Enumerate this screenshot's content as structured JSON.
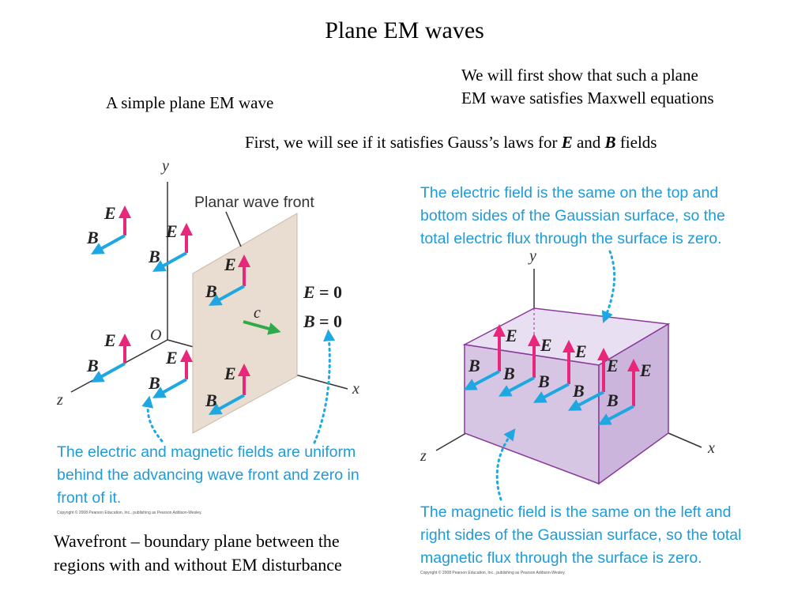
{
  "title": "Plane EM waves",
  "subtitle_left": "A simple plane EM wave",
  "note_right_1": "We will first show that such a plane",
  "note_right_2": "EM wave satisfies Maxwell equations",
  "gauss_line": {
    "prefix": "First, we will see if it satisfies Gauss’s laws for ",
    "e": "E",
    "mid": " and ",
    "b": "B",
    "suffix": " fields"
  },
  "left_figure": {
    "axis_y": "y",
    "axis_x": "x",
    "axis_z": "z",
    "origin": "O",
    "wavefront_label": "Planar wave front",
    "speed_label": "c",
    "e_symbol": "E",
    "b_symbol": "B",
    "e_zero": "= 0",
    "b_zero": "= 0",
    "caption_1": "The electric and magnetic fields are uniform",
    "caption_2": "behind the advancing wave front and zero in",
    "caption_3": "front of it.",
    "copyright": "Copyright © 2008 Pearson Education, Inc., publishing as Pearson Addison-Wesley."
  },
  "right_figure": {
    "axis_y": "y",
    "axis_x": "x",
    "axis_z": "z",
    "e_symbol": "E",
    "b_symbol": "B",
    "top_caption_1": "The electric field is the same on the top and",
    "top_caption_2": "bottom sides of the Gaussian surface, so the",
    "top_caption_3": "total electric flux through the surface is zero.",
    "bottom_caption_1": "The magnetic field is the same on the left and",
    "bottom_caption_2": "right sides of the Gaussian surface, so the total",
    "bottom_caption_3": "magnetic flux through the surface is zero.",
    "copyright": "Copyright © 2008 Pearson Education, Inc., publishing as Pearson Addison-Wesley."
  },
  "wavefront_note_1": "Wavefront – boundary plane between the",
  "wavefront_note_2": "regions with and without EM disturbance",
  "colors": {
    "e_field": "#e8267a",
    "b_field": "#1fa7e1",
    "caption": "#1f9bd7",
    "wave_plane": "#e8ddd0",
    "box_fill": "#dccfe6",
    "box_edge": "#8a3a9a",
    "velocity": "#2eaa4a"
  }
}
